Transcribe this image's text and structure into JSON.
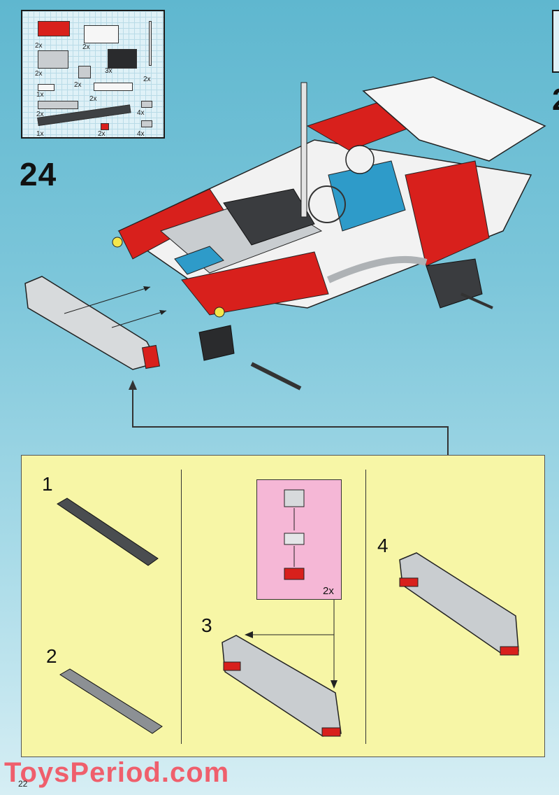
{
  "inventory": {
    "quantities": [
      "2x",
      "2x",
      "2x",
      "3x",
      "2x",
      "1x",
      "2x",
      "2x",
      "2x",
      "4x",
      "1x",
      "2x",
      "4x"
    ]
  },
  "step": {
    "number": "24",
    "next_partial": "2"
  },
  "subassembly": {
    "steps": [
      "1",
      "2",
      "3",
      "4"
    ],
    "multiplier": "2x"
  },
  "watermark": "ToysPeriod.com",
  "page_number": "22",
  "colors": {
    "red": "#d8201c",
    "light_gray": "#c9cdd0",
    "dark_gray": "#4a4d50",
    "white": "#f4f4f4",
    "blue": "#2e9bc9",
    "yellow_panel": "#f7f6a6",
    "pink_panel": "#f5b7d6"
  }
}
